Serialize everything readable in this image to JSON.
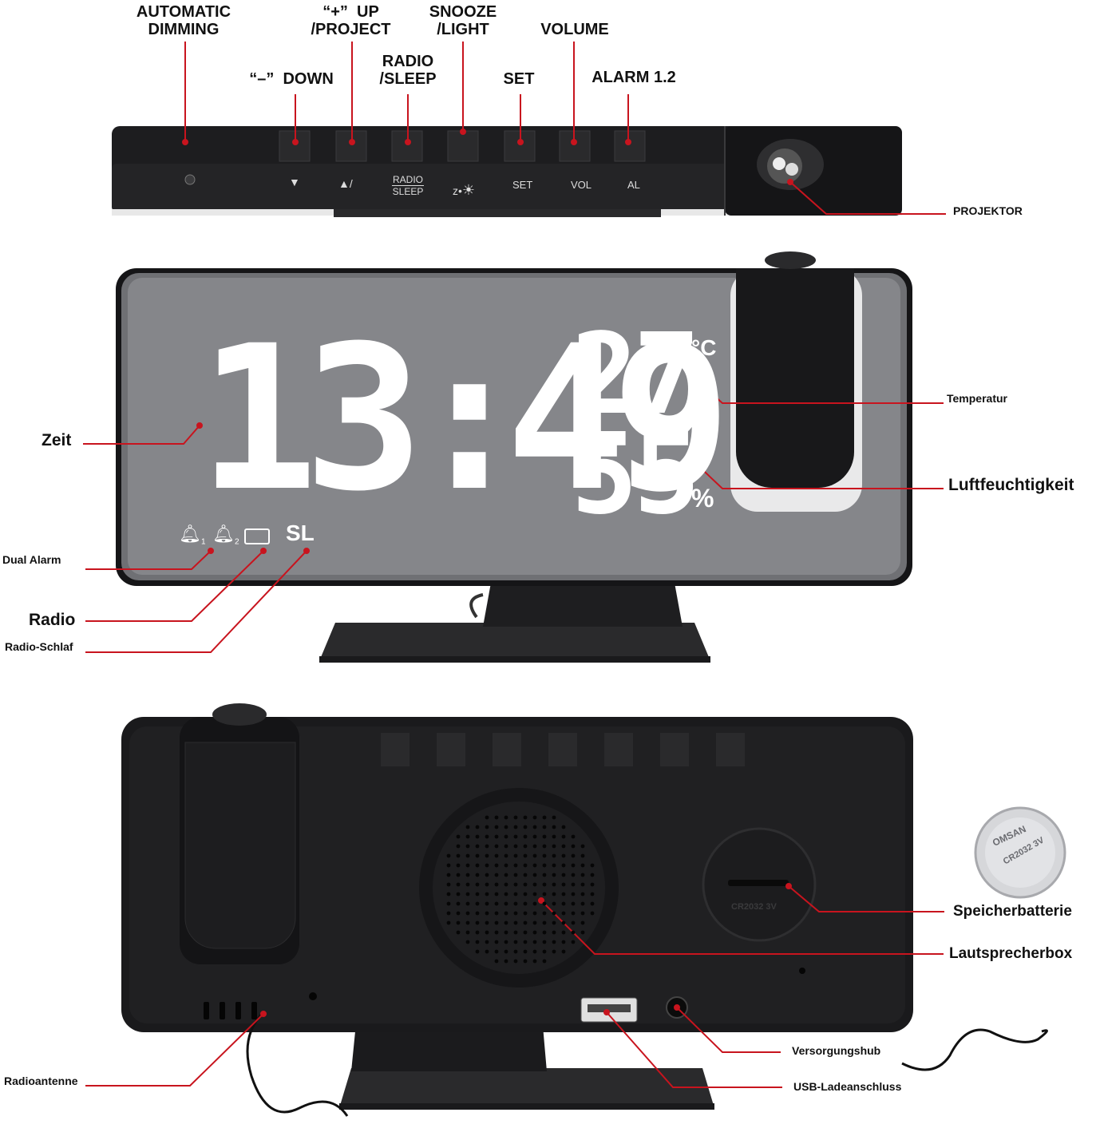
{
  "top_labels": {
    "automatic_dimming": "AUTOMATIC\nDIMMING",
    "down": "“–”  DOWN",
    "up_project": "“+”  UP\n/PROJECT",
    "radio_sleep": "RADIO\n/SLEEP",
    "snooze_light": "SNOOZE\n/LIGHT",
    "set": "SET",
    "volume": "VOLUME",
    "alarm": "ALARM 1.2"
  },
  "button_glyphs": {
    "down": "▼",
    "up": "▲/",
    "radio": "RADIO",
    "sleep": "SLEEP",
    "snooze": "z•",
    "set": "SET",
    "vol": "VOL",
    "al": "AL"
  },
  "projector_label": "PROJEKTOR",
  "display": {
    "time_hours": "13",
    "time_minutes": "49",
    "temperature": "27",
    "temperature_unit": "°C",
    "humidity": "55",
    "humidity_unit": "%",
    "sleep_indicator": "SL",
    "alarm1": "1",
    "alarm2": "2"
  },
  "front_labels": {
    "zeit": "Zeit",
    "temperatur": "Temperatur",
    "luftfeuchtigkeit": "Luftfeuchtigkeit",
    "dual_alarm": "Dual Alarm",
    "radio": "Radio",
    "radio_schlaf": "Radio-Schlaf"
  },
  "back_labels": {
    "speicherbatterie": "Speicherbatterie",
    "lautsprecherbox": "Lautsprecherbox",
    "versorgungshub": "Versorgungshub",
    "usb": "USB-Ladeanschluss",
    "radioantenne": "Radioantenne"
  },
  "battery_text": "CR2032 3V",
  "battery_brand": "OMSAN",
  "colors": {
    "leader_line": "#c8141e",
    "device_body": "#1c1c1e",
    "mirror": "#7d7e82",
    "led": "#ffffff"
  }
}
